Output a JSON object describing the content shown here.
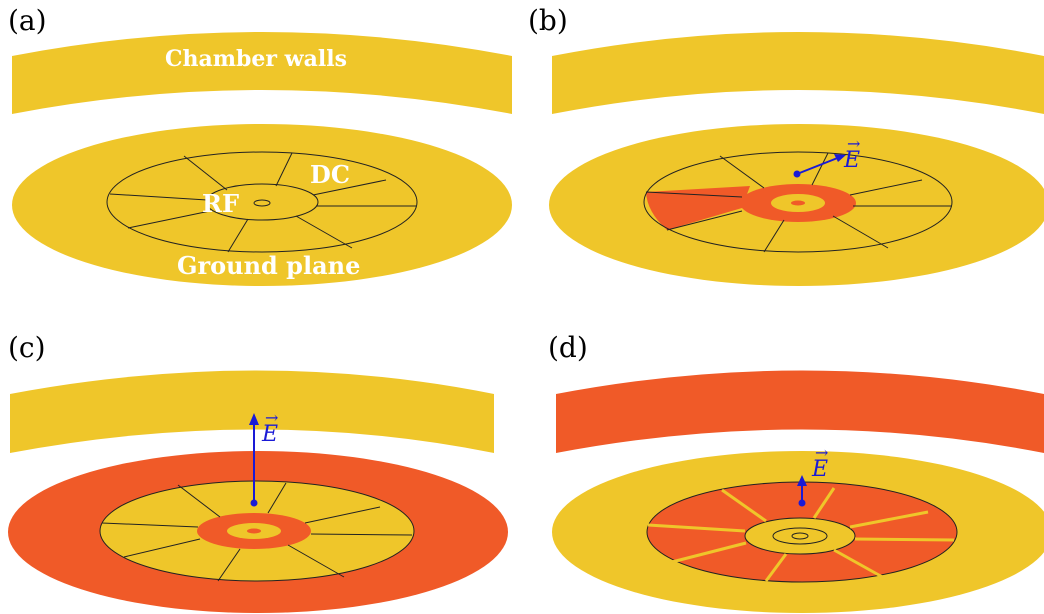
{
  "colors": {
    "yellow": "#EFC62A",
    "orange": "#F05A28",
    "line": "#222222",
    "vector": "#1A1AD6"
  },
  "panels": {
    "a": {
      "label": "(a)",
      "chamber_walls": "Chamber walls",
      "dc": "DC",
      "rf": "RF",
      "ground_plane": "Ground plane"
    },
    "b": {
      "label": "(b)",
      "field": "E"
    },
    "c": {
      "label": "(c)",
      "field": "E"
    },
    "d": {
      "label": "(d)",
      "field": "E"
    }
  }
}
